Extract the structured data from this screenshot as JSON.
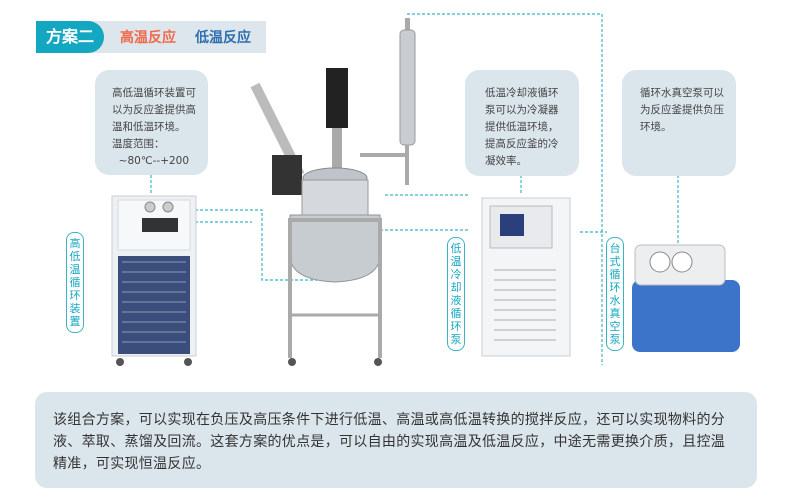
{
  "header": {
    "scheme": "方案二",
    "tag_high": "高温反应",
    "tag_low": "低温反应"
  },
  "notes": [
    {
      "lines": [
        "高低温循环装置可",
        "以为反应釜提供高",
        "温和低温环境。",
        "温度范围：",
        "  ~80℃--+200"
      ]
    },
    {
      "lines": [
        "低温冷却液循环",
        "泵可以为冷凝器",
        "提供低温环境，",
        "提高反应釜的冷",
        "凝效率。"
      ]
    },
    {
      "lines": [
        "循环水真空泵可以",
        "为反应釜提供负压",
        "环境。"
      ]
    }
  ],
  "labels": {
    "left": "高低温循环装置",
    "middle": "低温冷却液循环泵",
    "right": "台式循环水真空泵"
  },
  "description": "该组合方案，可以实现在负压及高压条件下进行低温、高温或高低温转换的搅拌反应，还可以实现物料的分液、萃取、蒸馏及回流。这套方案的优点是，可以自由的实现高温及低温反应，中途无需更换介质，且控温精准，可实现恒温反应。",
  "colors": {
    "accent": "#14a7c1",
    "high": "#f0694a",
    "low": "#2f6fb0",
    "panel": "#dbe5ec"
  }
}
